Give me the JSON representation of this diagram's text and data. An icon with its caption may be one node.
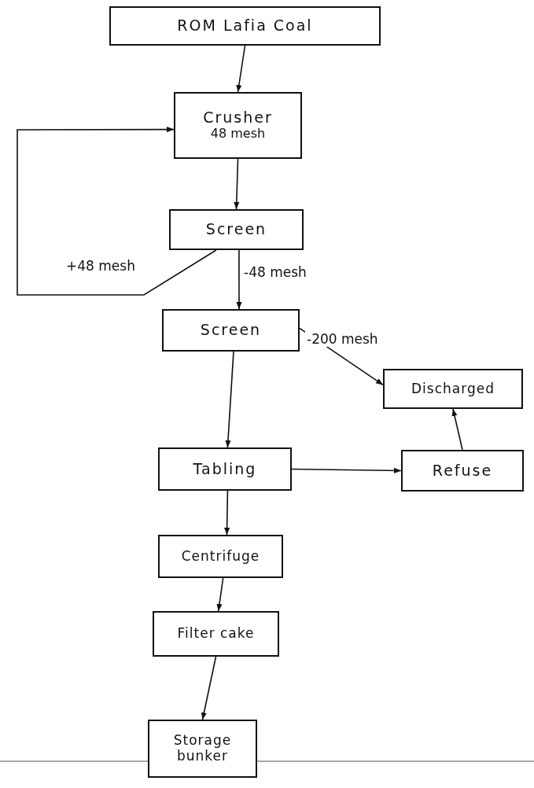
{
  "diagram": {
    "nodes": [
      {
        "text": [
          "ROM Lafia Coal"
        ]
      },
      {
        "text": [
          "Crusher",
          "48 mesh"
        ]
      },
      {
        "text": [
          "Screen"
        ]
      },
      {
        "text": [
          "Screen"
        ]
      },
      {
        "text": [
          "Discharged"
        ]
      },
      {
        "text": [
          "Tabling"
        ]
      },
      {
        "text": [
          "Refuse"
        ]
      },
      {
        "text": [
          "Centrifuge"
        ]
      },
      {
        "text": [
          "Filter cake"
        ]
      },
      {
        "text": [
          "Storage bunker"
        ]
      }
    ],
    "edges": [
      {
        "from": 0,
        "to": 1,
        "arrow": "to"
      },
      {
        "from": 1,
        "to": 2,
        "arrow": "to"
      },
      {
        "from": 2,
        "to": 1,
        "arrow": "to",
        "label": "+48 mesh"
      },
      {
        "from": 2,
        "to": 3,
        "arrow": "to",
        "label": "-48 mesh"
      },
      {
        "from": 3,
        "to": 4,
        "arrow": "to",
        "label": "-200 mesh"
      },
      {
        "from": 3,
        "to": 5,
        "arrow": "to"
      },
      {
        "from": 5,
        "to": 6,
        "arrow": "to"
      },
      {
        "from": 6,
        "to": 4,
        "arrow": "to"
      },
      {
        "from": 5,
        "to": 7,
        "arrow": "to"
      },
      {
        "from": 7,
        "to": 8,
        "arrow": "to"
      },
      {
        "from": 8,
        "to": 9,
        "arrow": "to"
      }
    ]
  }
}
